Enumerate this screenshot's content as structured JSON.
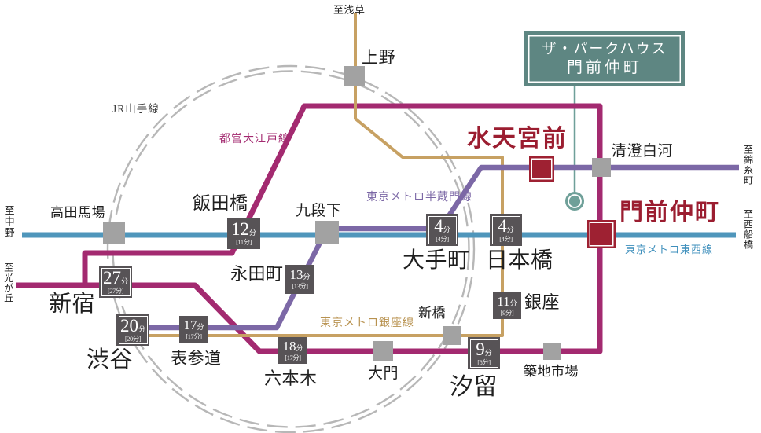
{
  "property_box": {
    "name_line1": "ザ・パークハウス",
    "name_line2": "門前仲町"
  },
  "rail_lines": {
    "yamanote": {
      "label": "JR山手線",
      "color": "#b7b7b7"
    },
    "oedo": {
      "label": "都営大江戸線",
      "color": "#a32a70"
    },
    "tozai": {
      "label": "東京メトロ東西線",
      "color": "#4f96bb"
    },
    "hanzomon": {
      "label": "東京メトロ半蔵門線",
      "color": "#7c68a6"
    },
    "ginza": {
      "label": "東京メトロ銀座線",
      "color": "#c7a163"
    }
  },
  "terminals": {
    "asakusa": "至浅草",
    "nakano": "至中野",
    "hikarigaoka": "至光が丘",
    "kinshicho": "至錦糸町",
    "nishi_funabashi": "至西船橋"
  },
  "stations": {
    "ueno": "上野",
    "takadanobaba": "高田馬場",
    "iidabashi": "飯田橋",
    "kudanshita": "九段下",
    "nagatacho": "永田町",
    "shinjuku": "新宿",
    "shibuya": "渋谷",
    "omotesando": "表参道",
    "roppongi": "六本木",
    "daimon": "大門",
    "shiodome": "汐留",
    "shimbashi": "新橋",
    "ginza": "銀座",
    "tsukijishijo": "築地市場",
    "otemachi": "大手町",
    "nihombashi": "日本橋",
    "suitengumae": "水天宮前",
    "kiyosumi_shirakawa": "清澄白河",
    "monzen_nakacho": "門前仲町"
  },
  "time_badges": {
    "shinjuku": {
      "min": "27",
      "unit": "分",
      "bracket": "[27分]"
    },
    "shibuya": {
      "min": "20",
      "unit": "分",
      "bracket": "[20分]"
    },
    "iidabashi": {
      "min": "12",
      "unit": "分",
      "bracket": "[11分]"
    },
    "nagatacho": {
      "min": "13",
      "unit": "分",
      "bracket": "[13分]"
    },
    "omotesando": {
      "min": "17",
      "unit": "分",
      "bracket": "[17分]"
    },
    "roppongi": {
      "min": "18",
      "unit": "分",
      "bracket": "[17分]"
    },
    "otemachi": {
      "min": "4",
      "unit": "分",
      "bracket": "[4分]"
    },
    "nihombashi": {
      "min": "4",
      "unit": "分",
      "bracket": "[4分]"
    },
    "ginza": {
      "min": "11",
      "unit": "分",
      "bracket": "[9分]"
    },
    "shiodome": {
      "min": "9",
      "unit": "分",
      "bracket": "[8分]"
    }
  },
  "marker_colors": {
    "highlight_station": "#9e2132",
    "normal_station": "#a2a2a2",
    "property": "#6fa099",
    "badge_bg": "#575356"
  }
}
